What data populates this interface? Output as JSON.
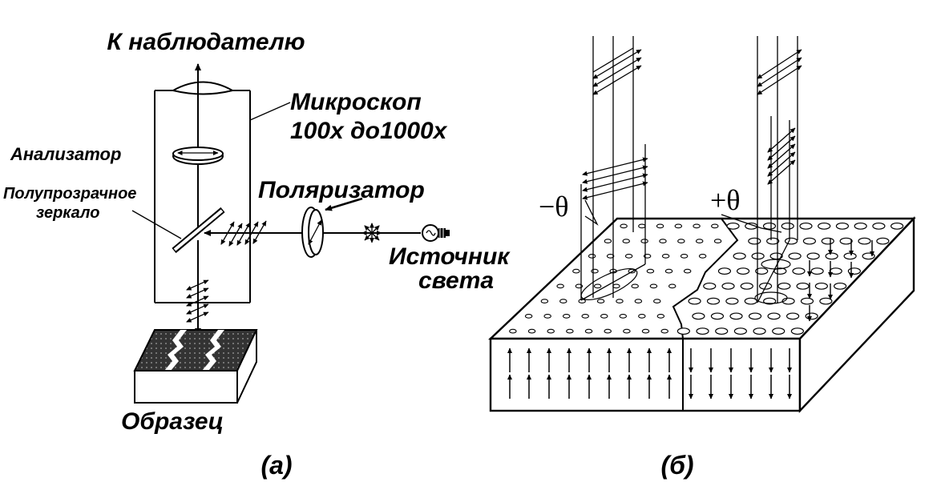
{
  "left_panel": {
    "observer_label": "К наблюдателю",
    "microscope_label_line1": "Микроскоп",
    "microscope_label_line2": "100x до1000x",
    "analyzer_label": "Анализатор",
    "mirror_label_line1": "Полупрозрачное",
    "mirror_label_line2": "зеркало",
    "polarizer_label": "Поляризатор",
    "source_label_line1": "Источник",
    "source_label_line2": "света",
    "sample_label": "Образец",
    "panel_label": "(а)"
  },
  "right_panel": {
    "minus_theta_label": "−θ",
    "plus_theta_label": "+θ",
    "panel_label": "(б)"
  }
}
